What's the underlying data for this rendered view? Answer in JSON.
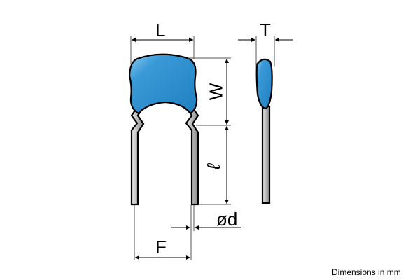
{
  "labels": {
    "length": "L",
    "thickness": "T",
    "width": "W",
    "lead_length": "ℓ",
    "lead_diameter": "ød",
    "lead_spacing": "F"
  },
  "note": "Dimensions in mm",
  "colors": {
    "body_blue": "#2d8fd0",
    "body_highlight": "#8cc8ee",
    "lead_gray": "#c0c0c0",
    "outline": "#000000",
    "dim_line": "#555555"
  }
}
